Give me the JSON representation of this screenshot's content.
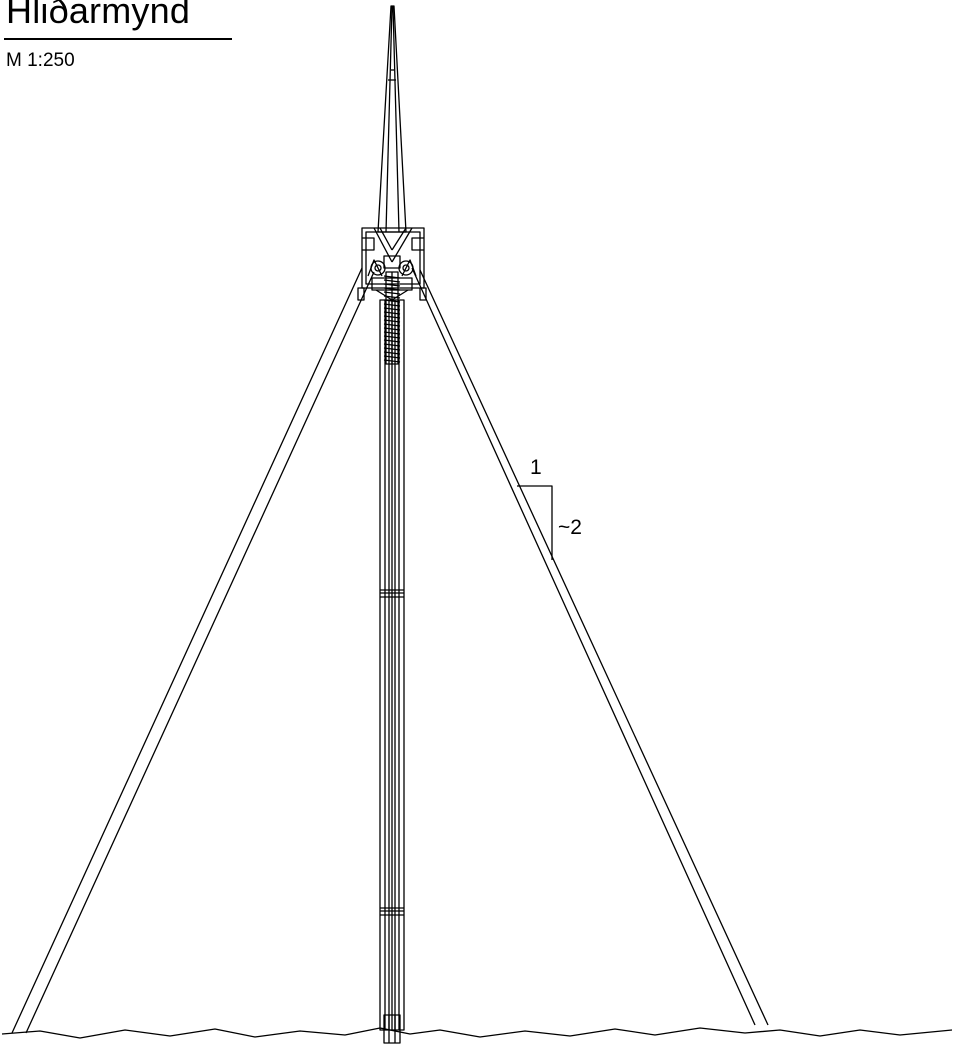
{
  "drawing": {
    "title": "Hliðarmynd",
    "scale": "M 1:250",
    "slope": {
      "run_label": "1",
      "rise_label": "~2"
    }
  },
  "colors": {
    "line": "#000000",
    "background": "#ffffff"
  },
  "icons": [
    "mast-elevation-drawing"
  ]
}
